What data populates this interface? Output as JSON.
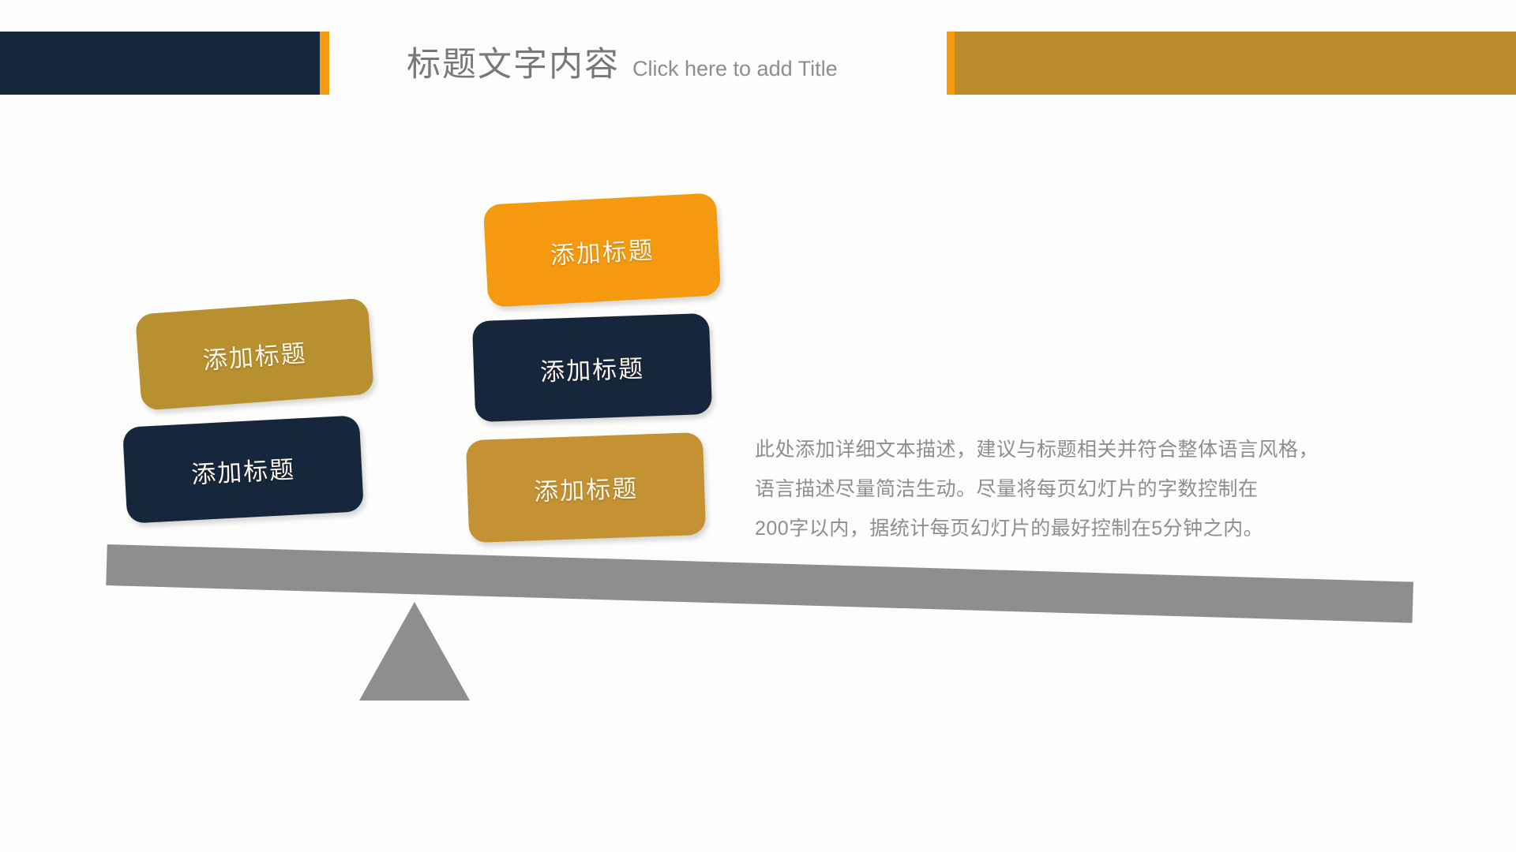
{
  "slide": {
    "background_color": "#fdfdfc",
    "header": {
      "title_cn": "标题文字内容",
      "title_en": "Click here to add Title",
      "left_bar_color": "#16263d",
      "right_bar_color": "#bc8c2c",
      "accent_color": "#f59a0e"
    },
    "boxes": [
      {
        "id": "left-top",
        "label": "添加标题",
        "color": "#b8902f",
        "column": "left",
        "position": "top"
      },
      {
        "id": "left-bottom",
        "label": "添加标题",
        "color": "#16263d",
        "column": "left",
        "position": "bottom"
      },
      {
        "id": "middle-top",
        "label": "添加标题",
        "color": "#f59a0e",
        "column": "middle",
        "position": "top"
      },
      {
        "id": "middle-mid",
        "label": "添加标题",
        "color": "#16263d",
        "column": "middle",
        "position": "middle"
      },
      {
        "id": "middle-bottom",
        "label": "添加标题",
        "color": "#c49233",
        "column": "middle",
        "position": "bottom"
      }
    ],
    "description": {
      "line1": "此处添加详细文本描述，建议与标题相关并符合整体语言风格，",
      "line2": "语言描述尽量简洁生动。尽量将每页幻灯片的字数控制在",
      "line3": "200字以内，据统计每页幻灯片的最好控制在5分钟之内。",
      "color": "#8e8e8e"
    },
    "seesaw": {
      "plank_color": "#8e8e8e",
      "fulcrum_color": "#8e8e8e"
    }
  }
}
